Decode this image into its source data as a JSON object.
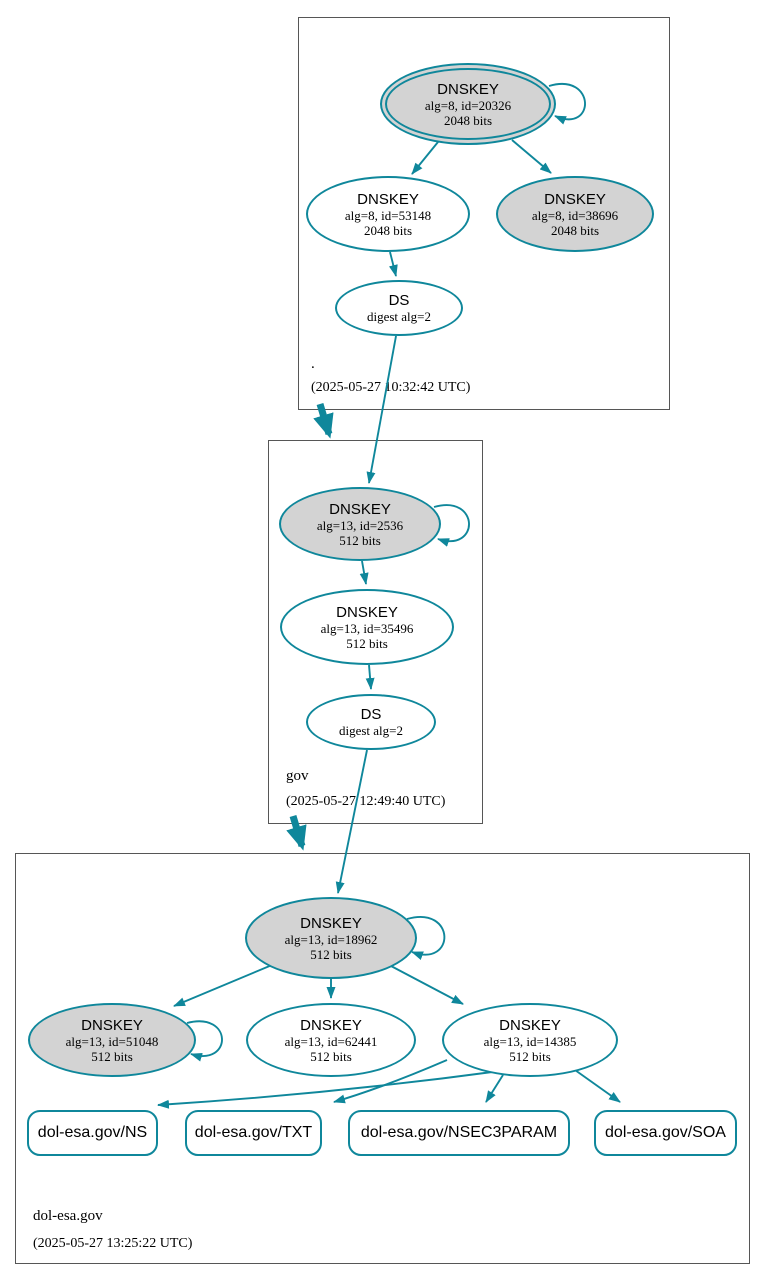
{
  "colors": {
    "edge_teal": "#0f879b",
    "node_fill_gray": "#d3d3d3",
    "node_fill_white": "#ffffff",
    "zone_border_gray": "#565656",
    "text_black": "#000000"
  },
  "zones": [
    {
      "label": ".",
      "timestamp": "(2025-05-27 10:32:42 UTC)",
      "nodes": {
        "ksk": {
          "title": "DNSKEY",
          "detail1": "alg=8, id=20326",
          "detail2": "2048 bits"
        },
        "zsk": {
          "title": "DNSKEY",
          "detail1": "alg=8, id=53148",
          "detail2": "2048 bits"
        },
        "key38696": {
          "title": "DNSKEY",
          "detail1": "alg=8, id=38696",
          "detail2": "2048 bits"
        },
        "ds": {
          "title": "DS",
          "detail1": "digest alg=2"
        }
      }
    },
    {
      "label": "gov",
      "timestamp": "(2025-05-27 12:49:40 UTC)",
      "nodes": {
        "ksk": {
          "title": "DNSKEY",
          "detail1": "alg=13, id=2536",
          "detail2": "512 bits"
        },
        "zsk": {
          "title": "DNSKEY",
          "detail1": "alg=13, id=35496",
          "detail2": "512 bits"
        },
        "ds": {
          "title": "DS",
          "detail1": "digest alg=2"
        }
      }
    },
    {
      "label": "dol-esa.gov",
      "timestamp": "(2025-05-27 13:25:22 UTC)",
      "nodes": {
        "ksk": {
          "title": "DNSKEY",
          "detail1": "alg=13, id=18962",
          "detail2": "512 bits"
        },
        "key51048": {
          "title": "DNSKEY",
          "detail1": "alg=13, id=51048",
          "detail2": "512 bits"
        },
        "key62441": {
          "title": "DNSKEY",
          "detail1": "alg=13, id=62441",
          "detail2": "512 bits"
        },
        "key14385": {
          "title": "DNSKEY",
          "detail1": "alg=13, id=14385",
          "detail2": "512 bits"
        },
        "rrsets": [
          {
            "label": "dol-esa.gov/NS"
          },
          {
            "label": "dol-esa.gov/TXT"
          },
          {
            "label": "dol-esa.gov/NSEC3PARAM"
          },
          {
            "label": "dol-esa.gov/SOA"
          }
        ]
      }
    }
  ]
}
